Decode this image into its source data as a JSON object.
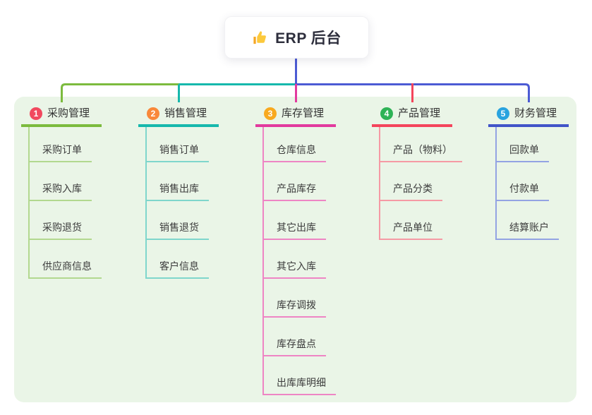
{
  "root": {
    "title": "ERP 后台",
    "icon": "thumbs-up-icon"
  },
  "connectors": {
    "root_stem_color": "#4c5bd4"
  },
  "panel_color": "#eaf5e7",
  "branches": [
    {
      "number": "1",
      "title": "采购管理",
      "color": "#7cbb3e",
      "light_color": "#b2d88f",
      "badge_color": "#f1485e",
      "children": [
        "采购订单",
        "采购入库",
        "采购退货",
        "供应商信息"
      ]
    },
    {
      "number": "2",
      "title": "销售管理",
      "color": "#16b8ac",
      "light_color": "#7fd6cc",
      "badge_color": "#f9883a",
      "children": [
        "销售订单",
        "销售出库",
        "销售退货",
        "客户信息"
      ]
    },
    {
      "number": "3",
      "title": "库存管理",
      "color": "#e23a9e",
      "light_color": "#ee85c4",
      "badge_color": "#f8a91f",
      "children": [
        "仓库信息",
        "产品库存",
        "其它出库",
        "其它入库",
        "库存调拨",
        "库存盘点",
        "出库库明细"
      ]
    },
    {
      "number": "4",
      "title": "产品管理",
      "color": "#f4455c",
      "light_color": "#f59aa4",
      "badge_color": "#2eb356",
      "children": [
        "产品（物料）",
        "产品分类",
        "产品单位"
      ]
    },
    {
      "number": "5",
      "title": "财务管理",
      "color": "#4154c8",
      "light_color": "#93a3e3",
      "badge_color": "#29a3df",
      "children": [
        "回款单",
        "付款单",
        "结算账户"
      ]
    }
  ]
}
